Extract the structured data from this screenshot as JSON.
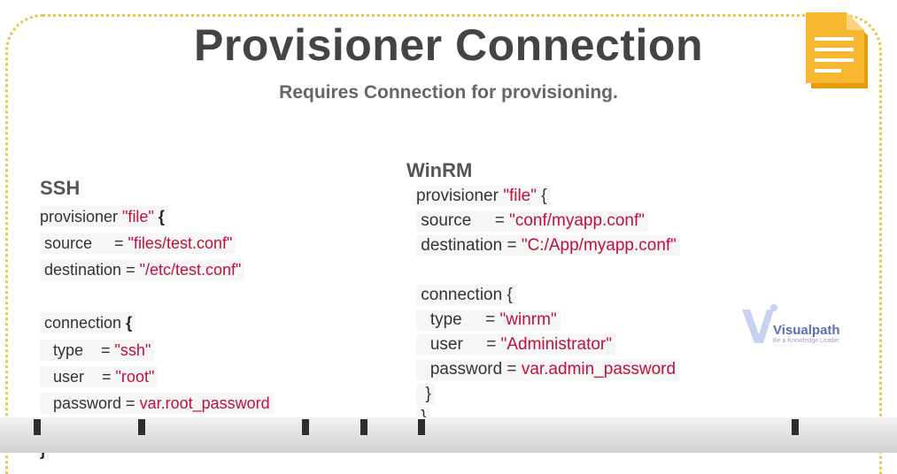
{
  "slide": {
    "title": "Provisioner Connection",
    "subtitle": "Requires Connection for provisioning."
  },
  "icons": {
    "document": "document-icon",
    "logo": "visualpath-logo"
  },
  "watermark": {
    "brand": "Visualpath",
    "tagline": "Be a Knowledge Leader"
  },
  "ssh": {
    "heading": "SSH",
    "lines": {
      "l1_key": "provisioner ",
      "l1_str": "\"file\"",
      "l1_brace": " {",
      "l2_key": " source     = ",
      "l2_str": "\"files/test.conf\"",
      "l3_key": " destination = ",
      "l3_str": "\"/etc/test.conf\"",
      "l4_key": " connection ",
      "l4_brace": "{",
      "l5_key": "   type    = ",
      "l5_str": "\"ssh\"",
      "l6_key": "   user    = ",
      "l6_str": "\"root\"",
      "l7_key": "   password = ",
      "l7_str": "var.root_password",
      "l8": " }",
      "l9": "}"
    }
  },
  "winrm": {
    "heading": "WinRM",
    "lines": {
      "l1_key": "provisioner ",
      "l1_str": "\"file\"",
      "l1_brace": " {",
      "l2_key": " source     = ",
      "l2_str": "\"conf/myapp.conf\"",
      "l3_key": " destination = ",
      "l3_str": "\"C:/App/myapp.conf\"",
      "l4_key": " connection ",
      "l4_brace": "{",
      "l5_key": "   type     = ",
      "l5_str": "\"winrm\"",
      "l6_key": "   user     = ",
      "l6_str": "\"Administrator\"",
      "l7_key": "   password = ",
      "l7_str": "var.admin_password",
      "l8": "  }",
      "l9": " }"
    }
  },
  "player": {
    "progress_bar": "video-progress-bar"
  }
}
